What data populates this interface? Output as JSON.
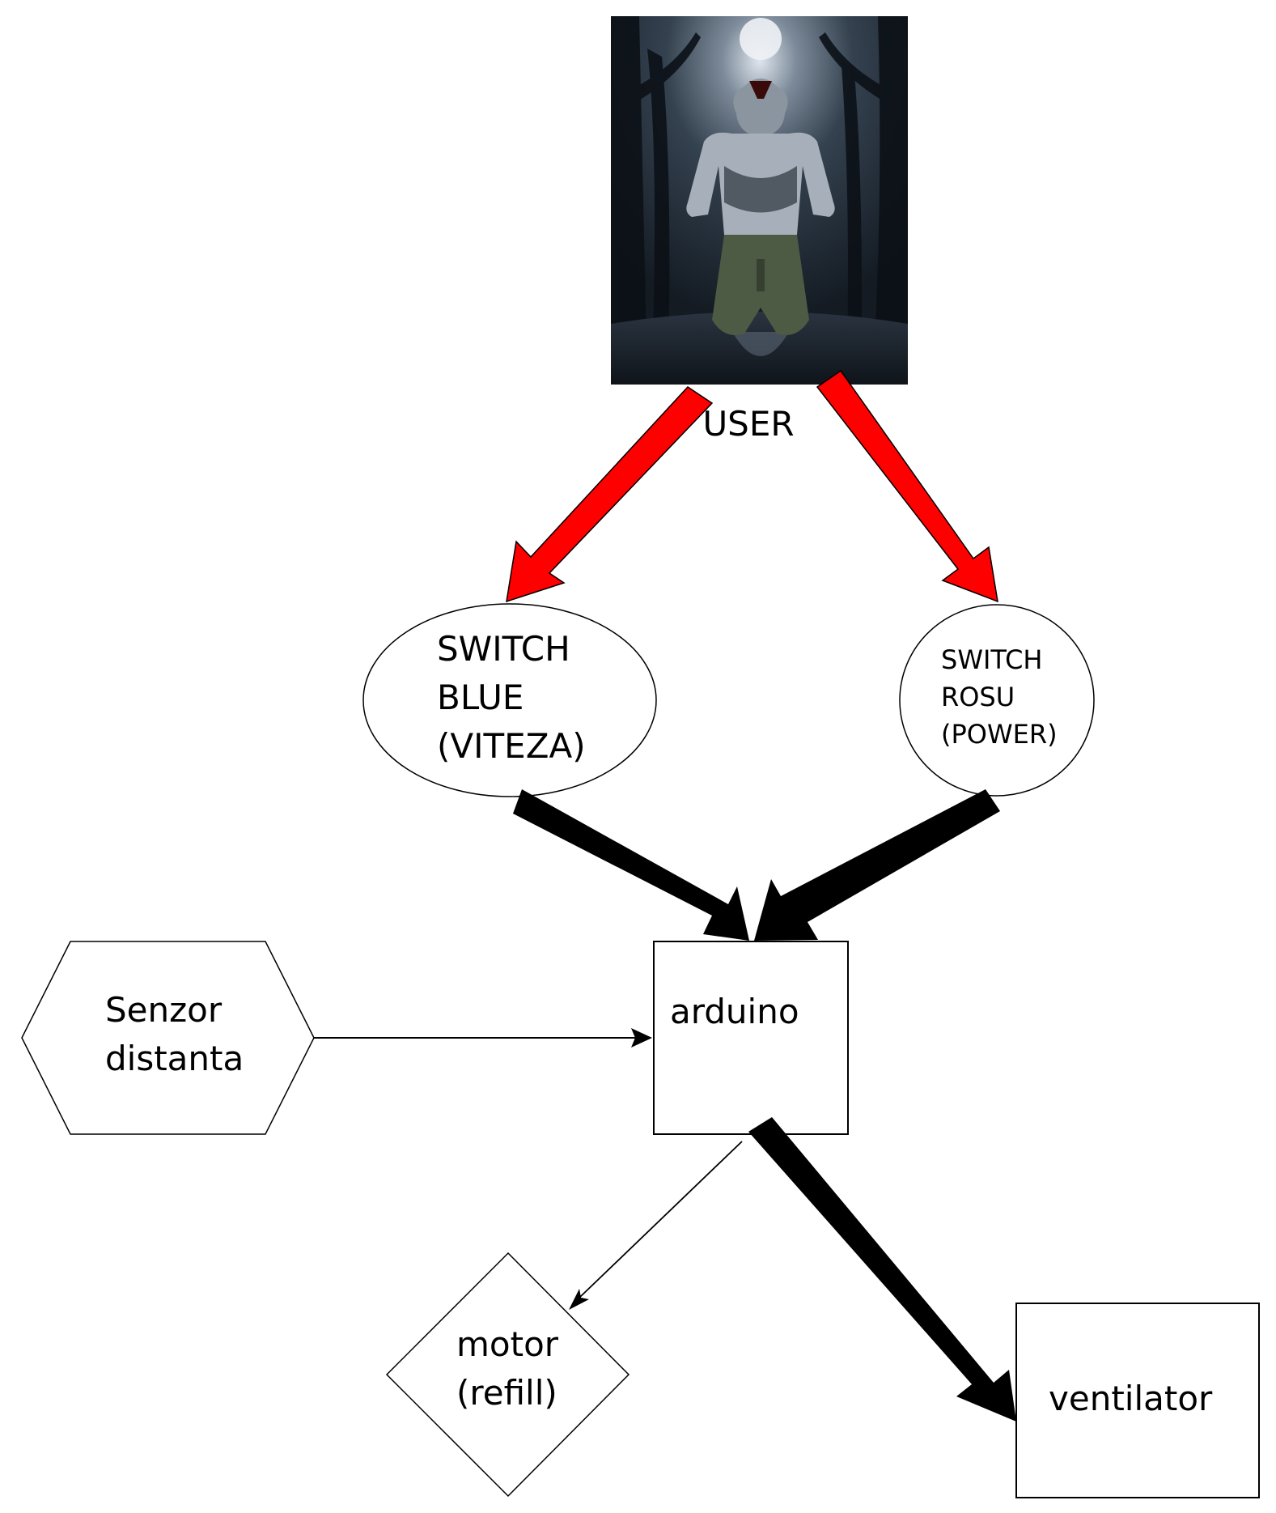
{
  "nodes": {
    "user": {
      "label": "USER",
      "image": "werewolf-illustration"
    },
    "switch_blue": {
      "lines": [
        "SWITCH",
        "BLUE",
        "(VITEZA)"
      ]
    },
    "switch_rosu": {
      "lines": [
        "SWITCH",
        "ROSU",
        "(POWER)"
      ]
    },
    "arduino": {
      "label": "arduino"
    },
    "senzor": {
      "lines": [
        "Senzor",
        "distanta"
      ]
    },
    "motor": {
      "lines": [
        "motor",
        "(refill)"
      ]
    },
    "ventilator": {
      "label": "ventilator"
    }
  },
  "colors": {
    "red_arrow": "#ff0000",
    "black_arrow": "#000000",
    "shape_stroke": "#000000",
    "image_dark": "#1c2530",
    "image_moon": "#e6ecf2"
  }
}
